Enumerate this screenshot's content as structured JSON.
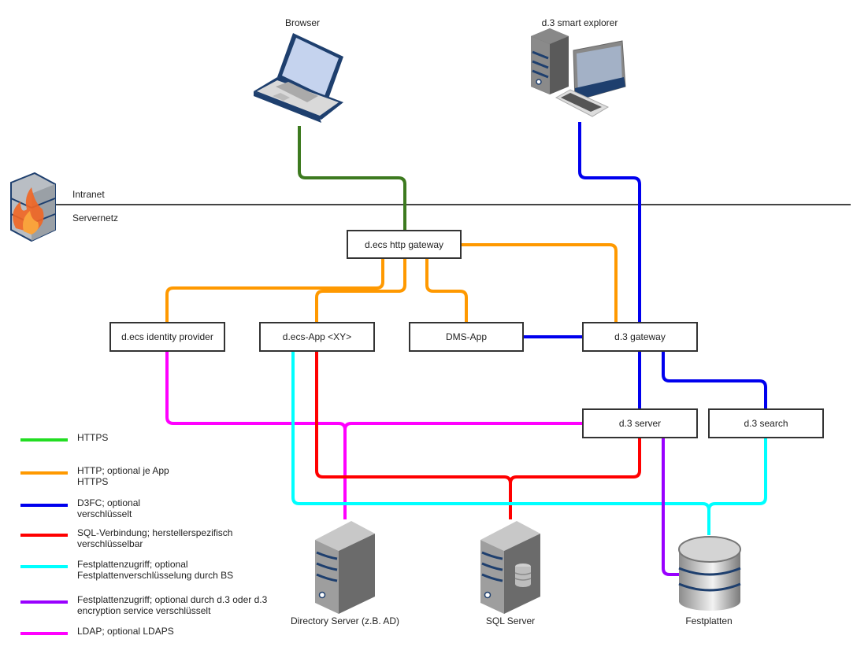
{
  "zones": {
    "upper_label": "Intranet",
    "lower_label": "Servernetz"
  },
  "clients": {
    "browser": "Browser",
    "smart_explorer": "d.3 smart explorer"
  },
  "nodes": {
    "http_gateway": "d.ecs http gateway",
    "identity_provider": "d.ecs identity provider",
    "ecs_app": "d.ecs-App <XY>",
    "dms_app": "DMS-App",
    "d3_gateway": "d.3 gateway",
    "d3_server": "d.3 server",
    "d3_search": "d.3 search"
  },
  "backends": {
    "directory_server": "Directory Server (z.B. AD)",
    "sql_server": "SQL Server",
    "disks": "Festplatten"
  },
  "colors": {
    "https": "#3d7a1f",
    "https_legend": "#22dd22",
    "http": "#ff9900",
    "d3fc": "#0000ee",
    "sql": "#ff0000",
    "disk_os": "#00ffff",
    "disk_d3": "#9900ff",
    "ldap": "#ff00ff"
  },
  "legend": [
    {
      "key": "https",
      "color": "#22dd22",
      "line1": "HTTPS",
      "line2": ""
    },
    {
      "key": "http",
      "color": "#ff9900",
      "line1": "HTTP; optional je App",
      "line2": "HTTPS"
    },
    {
      "key": "d3fc",
      "color": "#0000ee",
      "line1": "D3FC; optional",
      "line2": "verschlüsselt"
    },
    {
      "key": "sql",
      "color": "#ff0000",
      "line1": "SQL-Verbindung; herstellerspezifisch",
      "line2": "verschlüsselbar"
    },
    {
      "key": "disk_os",
      "color": "#00ffff",
      "line1": "Festplattenzugriff; optional",
      "line2": "Festplattenverschlüsselung durch BS"
    },
    {
      "key": "disk_d3",
      "color": "#9900ff",
      "line1": "Festplattenzugriff; optional durch d.3 oder d.3",
      "line2": "encryption service verschlüsselt"
    },
    {
      "key": "ldap",
      "color": "#ff00ff",
      "line1": "LDAP; optional LDAPS",
      "line2": ""
    }
  ]
}
